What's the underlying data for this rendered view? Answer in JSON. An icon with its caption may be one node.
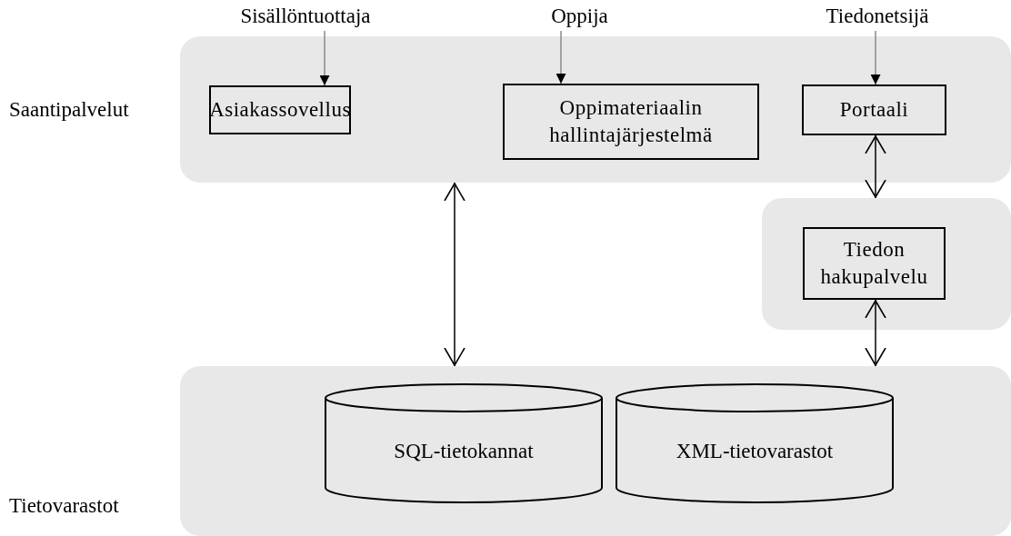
{
  "diagram": {
    "nodes": [
      {
        "text": [
          "Saantipalvelut"
        ]
      },
      {
        "text": [
          "Asiakassovellus"
        ],
        "in": 0
      },
      {
        "text": [
          "Oppimateriaalin hallintajärjestelmä"
        ],
        "in": 0
      },
      {
        "text": [
          "Portaali"
        ],
        "in": 0
      },
      {
        "text": [],
        "shape": "box"
      },
      {
        "text": [
          "Tiedon hakupalvelu"
        ],
        "in": 4
      },
      {
        "text": [
          "Tietovarastot"
        ]
      },
      {
        "text": [
          "SQL-tietokannat"
        ],
        "in": 6
      },
      {
        "text": [
          "XML-tietovarastot"
        ],
        "in": 6
      },
      {
        "text": [
          "Sisällöntuottaja"
        ]
      },
      {
        "text": [
          "Oppija"
        ]
      },
      {
        "text": [
          "Tiedonetsijä"
        ]
      }
    ],
    "edges": [
      {
        "from": 9,
        "to": 1,
        "arrow": "to",
        "color": "#8a8a8a"
      },
      {
        "from": 10,
        "to": 2,
        "arrow": "to",
        "color": "#8a8a8a"
      },
      {
        "from": 11,
        "to": 3,
        "arrow": "to",
        "color": "#8a8a8a"
      },
      {
        "from": 0,
        "to": 6,
        "arrow": "both",
        "color": "#000000"
      },
      {
        "from": 3,
        "to": 4,
        "arrow": "both",
        "color": "#000000"
      },
      {
        "from": 5,
        "to": 6,
        "arrow": "both",
        "color": "#000000"
      }
    ]
  }
}
